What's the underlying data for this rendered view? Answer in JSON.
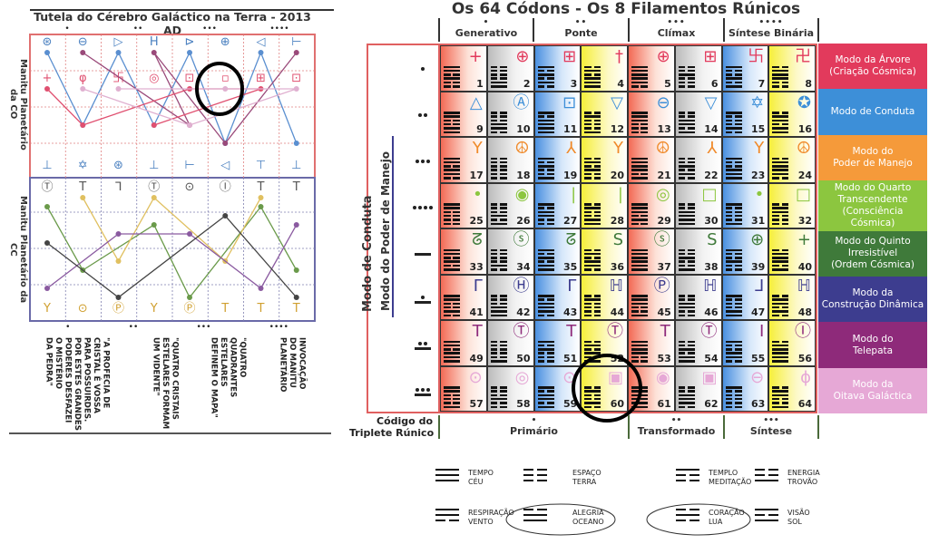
{
  "left": {
    "title": "Tutela do Cérebro Galáctico na Terra - 2013 AD",
    "dots": [
      "•",
      "••",
      "•••",
      "••••"
    ],
    "label_top": "Manitu Planetário da CO",
    "label_bottom": "Manitu Planetário da CC",
    "top_glyphs": [
      "⊛",
      "⊖",
      "▷",
      "H",
      "⊳",
      "⊕",
      "◁",
      "⊢"
    ],
    "mid_glyphs": [
      "+",
      "φ",
      "卐",
      "◎",
      "⊡",
      "▫",
      "⊞",
      "⊡"
    ],
    "low_glyphs": [
      "⊥",
      "✡",
      "⊛",
      "⊥",
      "⊢",
      "◁",
      "⊤",
      "⊥"
    ],
    "bot_top_glyphs": [
      "Ⓣ",
      "T",
      "ᒣ",
      "Ⓣ",
      "⊙",
      "Ⓘ",
      "T",
      "T"
    ],
    "bot_low_glyphs": [
      "Y",
      "⊙",
      "Ⓟ",
      "Y",
      "Ⓟ",
      "T",
      "T",
      "T"
    ],
    "quotes": [
      "\"A PROFECIA DE\nCRISTAL É VOSSA\nPARA POSSUIRDES.\nPOR ESTES GRANDES\nPODERES DESFAZEI\nO MISTÉRIO\nDA PEDRA\"",
      "\"QUATRO CRISTAIS\nESTELARES FORMAM\nUM VIDENTE\"",
      "\"QUATRO\nQUADRANTES\nESTELARES\nDEFINEM O MAPA\"",
      "INVOCAÇÃO\nDO MANITU\nPLANETÁRIO"
    ]
  },
  "right": {
    "title": "Os 64 Códons - Os 8 Filamentos Rúnicos",
    "headers": [
      {
        "dots": "•",
        "label": "Generativo"
      },
      {
        "dots": "••",
        "label": "Ponte"
      },
      {
        "dots": "•••",
        "label": "Clímax"
      },
      {
        "dots": "••••",
        "label": "Síntese Binária"
      }
    ],
    "footer_label": "Código do\nTriplete Rúnico",
    "footers": [
      {
        "dots": "•",
        "label": "Primário"
      },
      {
        "dots": "••",
        "label": "Transformado"
      },
      {
        "dots": "•••",
        "label": "Síntese"
      }
    ],
    "vertical_labels": [
      "Modo de Conduta",
      "Modo do Poder de Manejo"
    ],
    "row_numerals": [
      1,
      2,
      3,
      4,
      5,
      6,
      7,
      8
    ],
    "row_colors": [
      "#e23a5c",
      "#3d8fd8",
      "#f08a2a",
      "#8cc63f",
      "#3f7a3a",
      "#3d3d8f",
      "#8e2a7a",
      "#e6a8d6"
    ],
    "glyphs": [
      "+",
      "⊕",
      "⊞",
      "†",
      "⊕",
      "⊞",
      "卐",
      "卍",
      "△",
      "Ⓐ",
      "⊡",
      "▽",
      "⊖",
      "▽",
      "✡",
      "✪",
      "Y",
      "☮",
      "⅄",
      "Y",
      "☮",
      "⅄",
      "Y",
      "☮",
      "•",
      "◉",
      "|",
      "|",
      "◎",
      "□",
      "•",
      "□",
      "ᘔ",
      "ⓢ",
      "ᘔ",
      "S",
      "ⓢ",
      "S",
      "⊕",
      "+",
      "ᒥ",
      "Ⓗ",
      "ᒥ",
      "ℍ",
      "Ⓟ",
      "ℍ",
      "ᒧ",
      "ℍ",
      "T",
      "Ⓣ",
      "T",
      "Ⓣ",
      "T",
      "Ⓣ",
      "I",
      "Ⓘ",
      "⊙",
      "◎",
      "⊙",
      "▣",
      "◉",
      "▣",
      "⊖",
      "ɸ"
    ],
    "modes": [
      {
        "label": "Modo da Árvore\n(Criação Cósmica)",
        "color": "#e23a5c"
      },
      {
        "label": "Modo de Conduta",
        "color": "#3d8fd8"
      },
      {
        "label": "Modo do\nPoder de Manejo",
        "color": "#f59a3a"
      },
      {
        "label": "Modo do Quarto\nTranscendente\n(Consciência Cósmica)",
        "color": "#8cc63f"
      },
      {
        "label": "Modo do Quinto\nIrresistível\n(Ordem Cósmica)",
        "color": "#3f7a3a"
      },
      {
        "label": "Modo da\nConstrução Dinâmica",
        "color": "#3d3d8f"
      },
      {
        "label": "Modo do\nTelepata",
        "color": "#8e2a7a"
      },
      {
        "label": "Modo da\nOitava Galáctica",
        "color": "#e6a8d6"
      }
    ]
  },
  "legend": [
    {
      "line1": "TEMPO",
      "line2": "CÉU",
      "lines": "111"
    },
    {
      "line1": "ESPAÇO",
      "line2": "TERRA",
      "lines": "000"
    },
    {
      "line1": "TEMPLO",
      "line2": "MEDITAÇÃO",
      "lines": "100"
    },
    {
      "line1": "ENERGIA",
      "line2": "TROVÃO",
      "lines": "001"
    },
    {
      "line1": "RESPIRAÇÃO",
      "line2": "VENTO",
      "lines": "110"
    },
    {
      "line1": "ALEGRIA",
      "line2": "OCEANO",
      "lines": "011"
    },
    {
      "line1": "CORAÇÃO",
      "line2": "LUA",
      "lines": "010"
    },
    {
      "line1": "VISÃO",
      "line2": "SOL",
      "lines": "101"
    }
  ]
}
